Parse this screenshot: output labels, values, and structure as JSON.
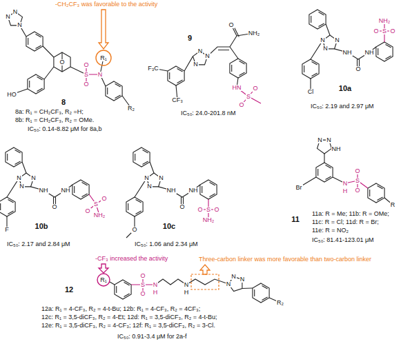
{
  "diagram": {
    "labels": [
      "-CH₂CF₃ was favorable to the activity",
      "N",
      "N",
      "N",
      "O",
      "HO",
      "S",
      "O",
      "O",
      "N",
      "R₁",
      "R₂",
      "8",
      "8a: R₁ = CH₂CF₃, R₂ =H;",
      "8b: R₁ = CH₂CF₃, R₂ = OMe.",
      "IC₅₀: 0.14-8.82 μM for 8a,b",
      "O",
      "NH₂",
      "N",
      "N",
      "N",
      "F₃C",
      "CF₃",
      "HN",
      "S",
      "O",
      "O",
      "9",
      "IC₅₀: 24.0-201.8 nM",
      "N",
      "N",
      "N",
      "NH",
      "O",
      "NH",
      "S",
      "O",
      "O",
      "NH₂",
      "Cl",
      "10a",
      "IC₅₀: 2.19 and 2.97 μM",
      "N",
      "N",
      "N",
      "NH",
      "O",
      "NH",
      "S",
      "O",
      "O",
      "NH₂",
      "F",
      "10b",
      "IC₅₀: 2.17 and 2.84 μM",
      "N",
      "N",
      "N",
      "NH",
      "O",
      "NH",
      "S",
      "O",
      "O",
      "NH₂",
      "O",
      "10c",
      "IC₅₀: 1.06 and 2.34 μM",
      "N",
      "N",
      "NH",
      "Br",
      "N",
      "H",
      "S",
      "O",
      "O",
      "R",
      "11",
      "11a: R = Me; 11b: R = OMe;",
      "11c: R = Cl; 11d: R = Br;",
      "11e: R = NO₂",
      "IC₅₀: 81.41-123.01 μM",
      "-CF₃ increased the activity",
      "Three-carbon linker was more favorable than two-carbon linker",
      "R₁",
      "S",
      "O",
      "O",
      "N",
      "H",
      "N",
      "H",
      "N",
      "N",
      "N",
      "R₂",
      "12",
      "12a: R₁ = 4-CF₃, R₂ = 4-t-Bu; 12b: R₁ = 4-CF₃, R₂ = 4CF₃;",
      "12c: R₁ = 3,5-diCF₃, R₂ = 4-Et; 12d: R₁ = 3,5-diCF₃, R₂ = 4-t-Bu;",
      "12e: R₁ = 3,5-diCF₃, R₂ = 4-CF₃; 12f: R₁ = 3,5-diCF₃, R₂ = 3-Cl.",
      "IC₅₀: 0.91-3.4 μM for 2a-f"
    ]
  }
}
